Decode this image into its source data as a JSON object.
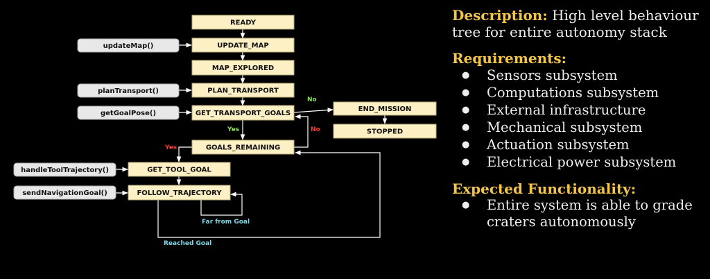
{
  "diagram": {
    "states": {
      "ready": "READY",
      "update_map": "UPDATE_MAP",
      "map_explored": "MAP_EXPLORED",
      "plan_transport": "PLAN_TRANSPORT",
      "get_transport_goals": "GET_TRANSPORT_GOALS",
      "end_mission": "END_MISSION",
      "stopped": "STOPPED",
      "goals_remaining": "GOALS_REMAINING",
      "get_tool_goal": "GET_TOOL_GOAL",
      "follow_trajectory": "FOLLOW_TRAJECTORY"
    },
    "functions": {
      "update_map": "updateMap()",
      "plan_transport": "planTransport()",
      "get_goal_pose": "getGoalPose()",
      "handle_tool_trajectory": "handleToolTrajectory()",
      "send_navigation_goal": "sendNavigationGoal()"
    },
    "edge_labels": {
      "no_end": "No",
      "no_loop": "No",
      "yes_remaining": "Yes",
      "yes_tool": "Yes",
      "far_from_goal": "Far from Goal",
      "reached_goal": "Reached Goal"
    },
    "colors": {
      "state_fill": "#fdf0c4",
      "function_fill": "#e8e8e8",
      "yes_green": "#8ee060",
      "no_red": "#ff3838",
      "goal_cyan": "#7fd8e8",
      "heading_gold": "#f3c64a"
    }
  },
  "panel": {
    "description_label": "Description:",
    "description_text": "High level behaviour tree for entire autonomy stack",
    "requirements_label": "Requirements:",
    "requirements": [
      "Sensors subsystem",
      "Computations subsystem",
      "External infrastructure",
      "Mechanical subsystem",
      "Actuation subsystem",
      "Electrical power subsystem"
    ],
    "functionality_label": "Expected Functionality:",
    "functionality": [
      "Entire system is able to grade craters autonomously"
    ]
  }
}
